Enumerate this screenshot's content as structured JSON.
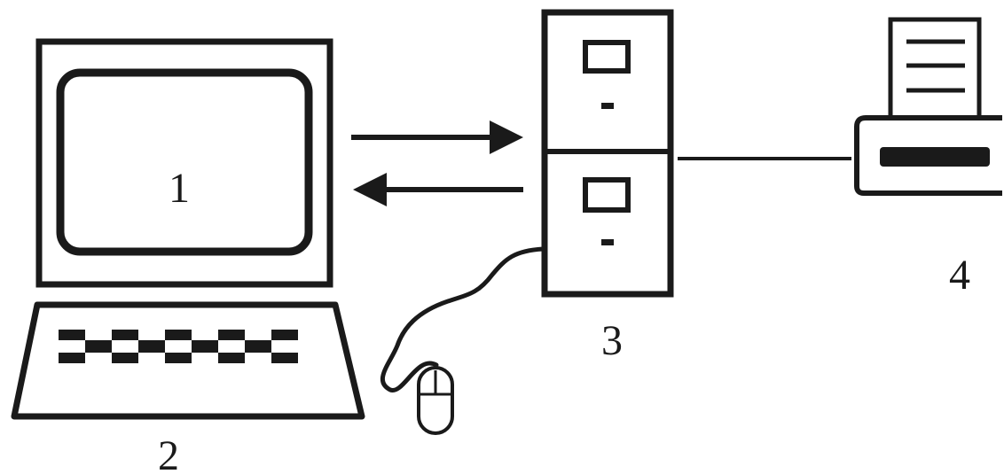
{
  "diagram": {
    "labels": {
      "monitor": "1",
      "keyboard": "2",
      "system_unit": "3",
      "printer": "4"
    },
    "colors": {
      "ink": "#1a1a1a",
      "paper": "#ffffff"
    }
  }
}
